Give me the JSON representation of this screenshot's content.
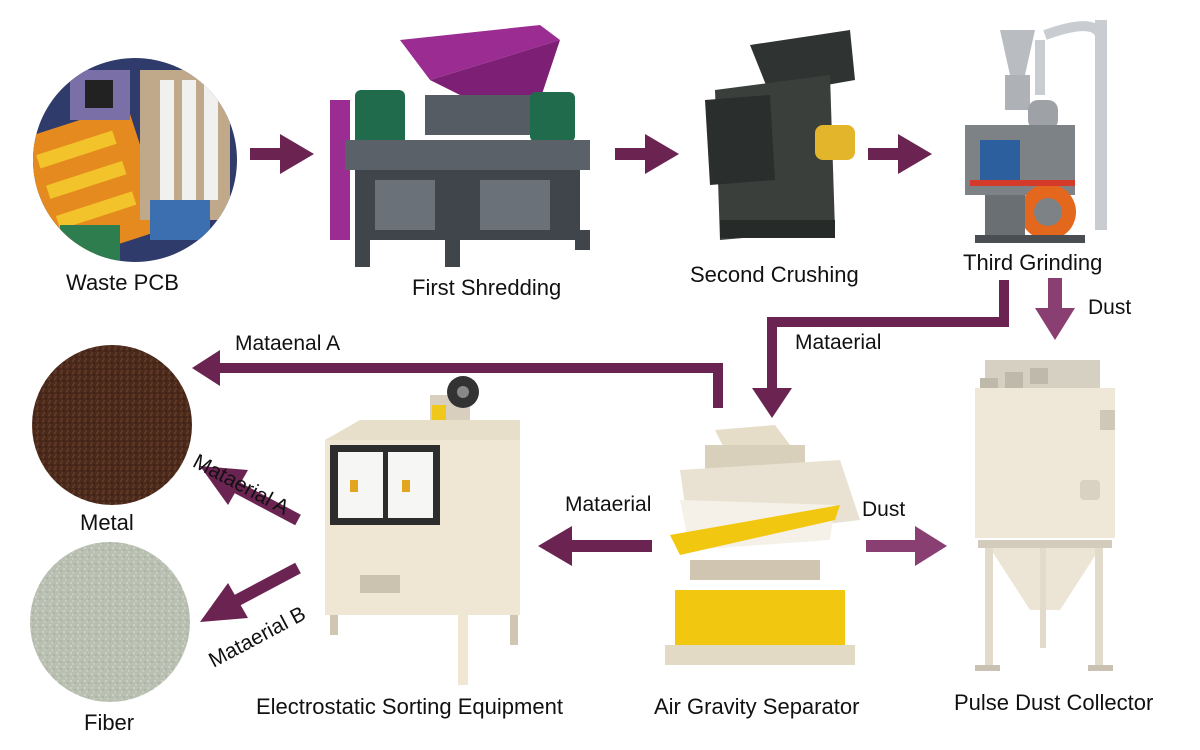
{
  "nodes": {
    "waste_pcb": "Waste PCB",
    "first_shredding": "First  Shredding",
    "second_crushing": "Second Crushing",
    "third_grinding": "Third Grinding",
    "pulse_dust_collector": "Pulse Dust Collector",
    "air_gravity_separator": "Air Gravity Separator",
    "electrostatic_sorting": "Electrostatic Sorting Equipment",
    "metal": "Metal",
    "fiber": "Fiber"
  },
  "flows": {
    "dust_top": "Dust",
    "material_down": "Mataerial",
    "material_a_top": "Mataenal A",
    "material_left": "Mataerial",
    "dust_right": "Dust",
    "material_a": "Mataerial A",
    "material_b": "Mataerial B"
  },
  "colors": {
    "arrow": "#6b2352",
    "arrow_light": "#8a3f73",
    "shredder_purple": "#9b2c91",
    "machine_cream": "#efe6d3",
    "machine_yellow": "#f2c70f",
    "metal_brown": "#4b2a1c",
    "fiber_gray": "#b9c0b2"
  }
}
